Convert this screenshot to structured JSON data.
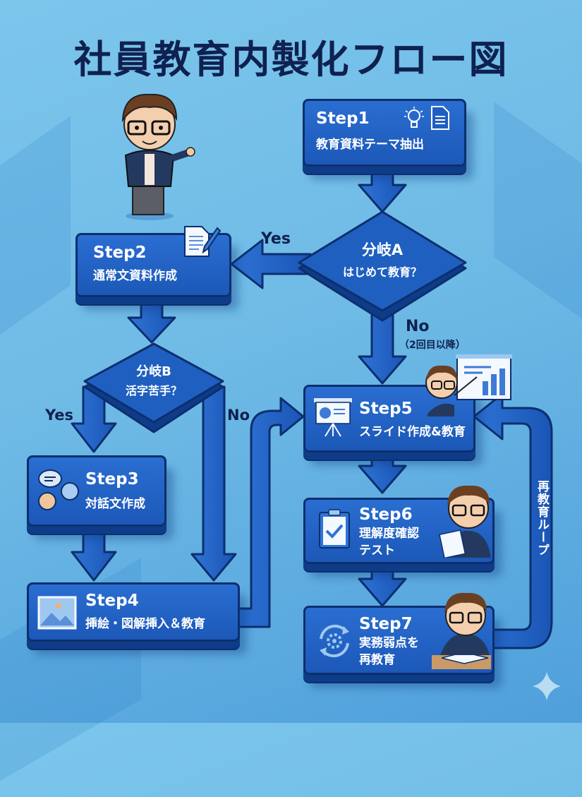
{
  "title": "社員教育内製化フロー図",
  "steps": {
    "step1": {
      "label": "Step1",
      "desc": "教育資料テーマ抽出",
      "icons": [
        "lightbulb-icon",
        "document-icon"
      ]
    },
    "step2": {
      "label": "Step2",
      "desc": "通常文資料作成",
      "icons": [
        "document-pen-icon"
      ]
    },
    "step3": {
      "label": "Step3",
      "desc": "対話文作成",
      "icons": [
        "chat-bubbles-icon"
      ]
    },
    "step4": {
      "label": "Step4",
      "desc": "挿絵・図解挿入＆教育",
      "icons": [
        "image-icon"
      ]
    },
    "step5": {
      "label": "Step5",
      "desc": "スライド作成&教育",
      "icons": [
        "presentation-icon"
      ]
    },
    "step6": {
      "label": "Step6",
      "desc_line1": "理解度確認",
      "desc_line2": "テスト",
      "icons": [
        "clipboard-check-icon"
      ]
    },
    "step7": {
      "label": "Step7",
      "desc_line1": "実務弱点を",
      "desc_line2": "再教育",
      "icons": [
        "cycle-gear-icon"
      ]
    }
  },
  "branches": {
    "a": {
      "label": "分岐A",
      "question": "はじめて教育？",
      "yes": "Yes",
      "no": "No",
      "no_note": "（2回目以降）"
    },
    "b": {
      "label": "分岐B",
      "question": "活字苦手？",
      "yes": "Yes",
      "no": "No"
    }
  },
  "loop_label": "再教育ループ",
  "colors": {
    "box": "#1f5fc0",
    "border": "#0c2f6e",
    "title": "#0f2150",
    "background": "#74c0ea"
  }
}
